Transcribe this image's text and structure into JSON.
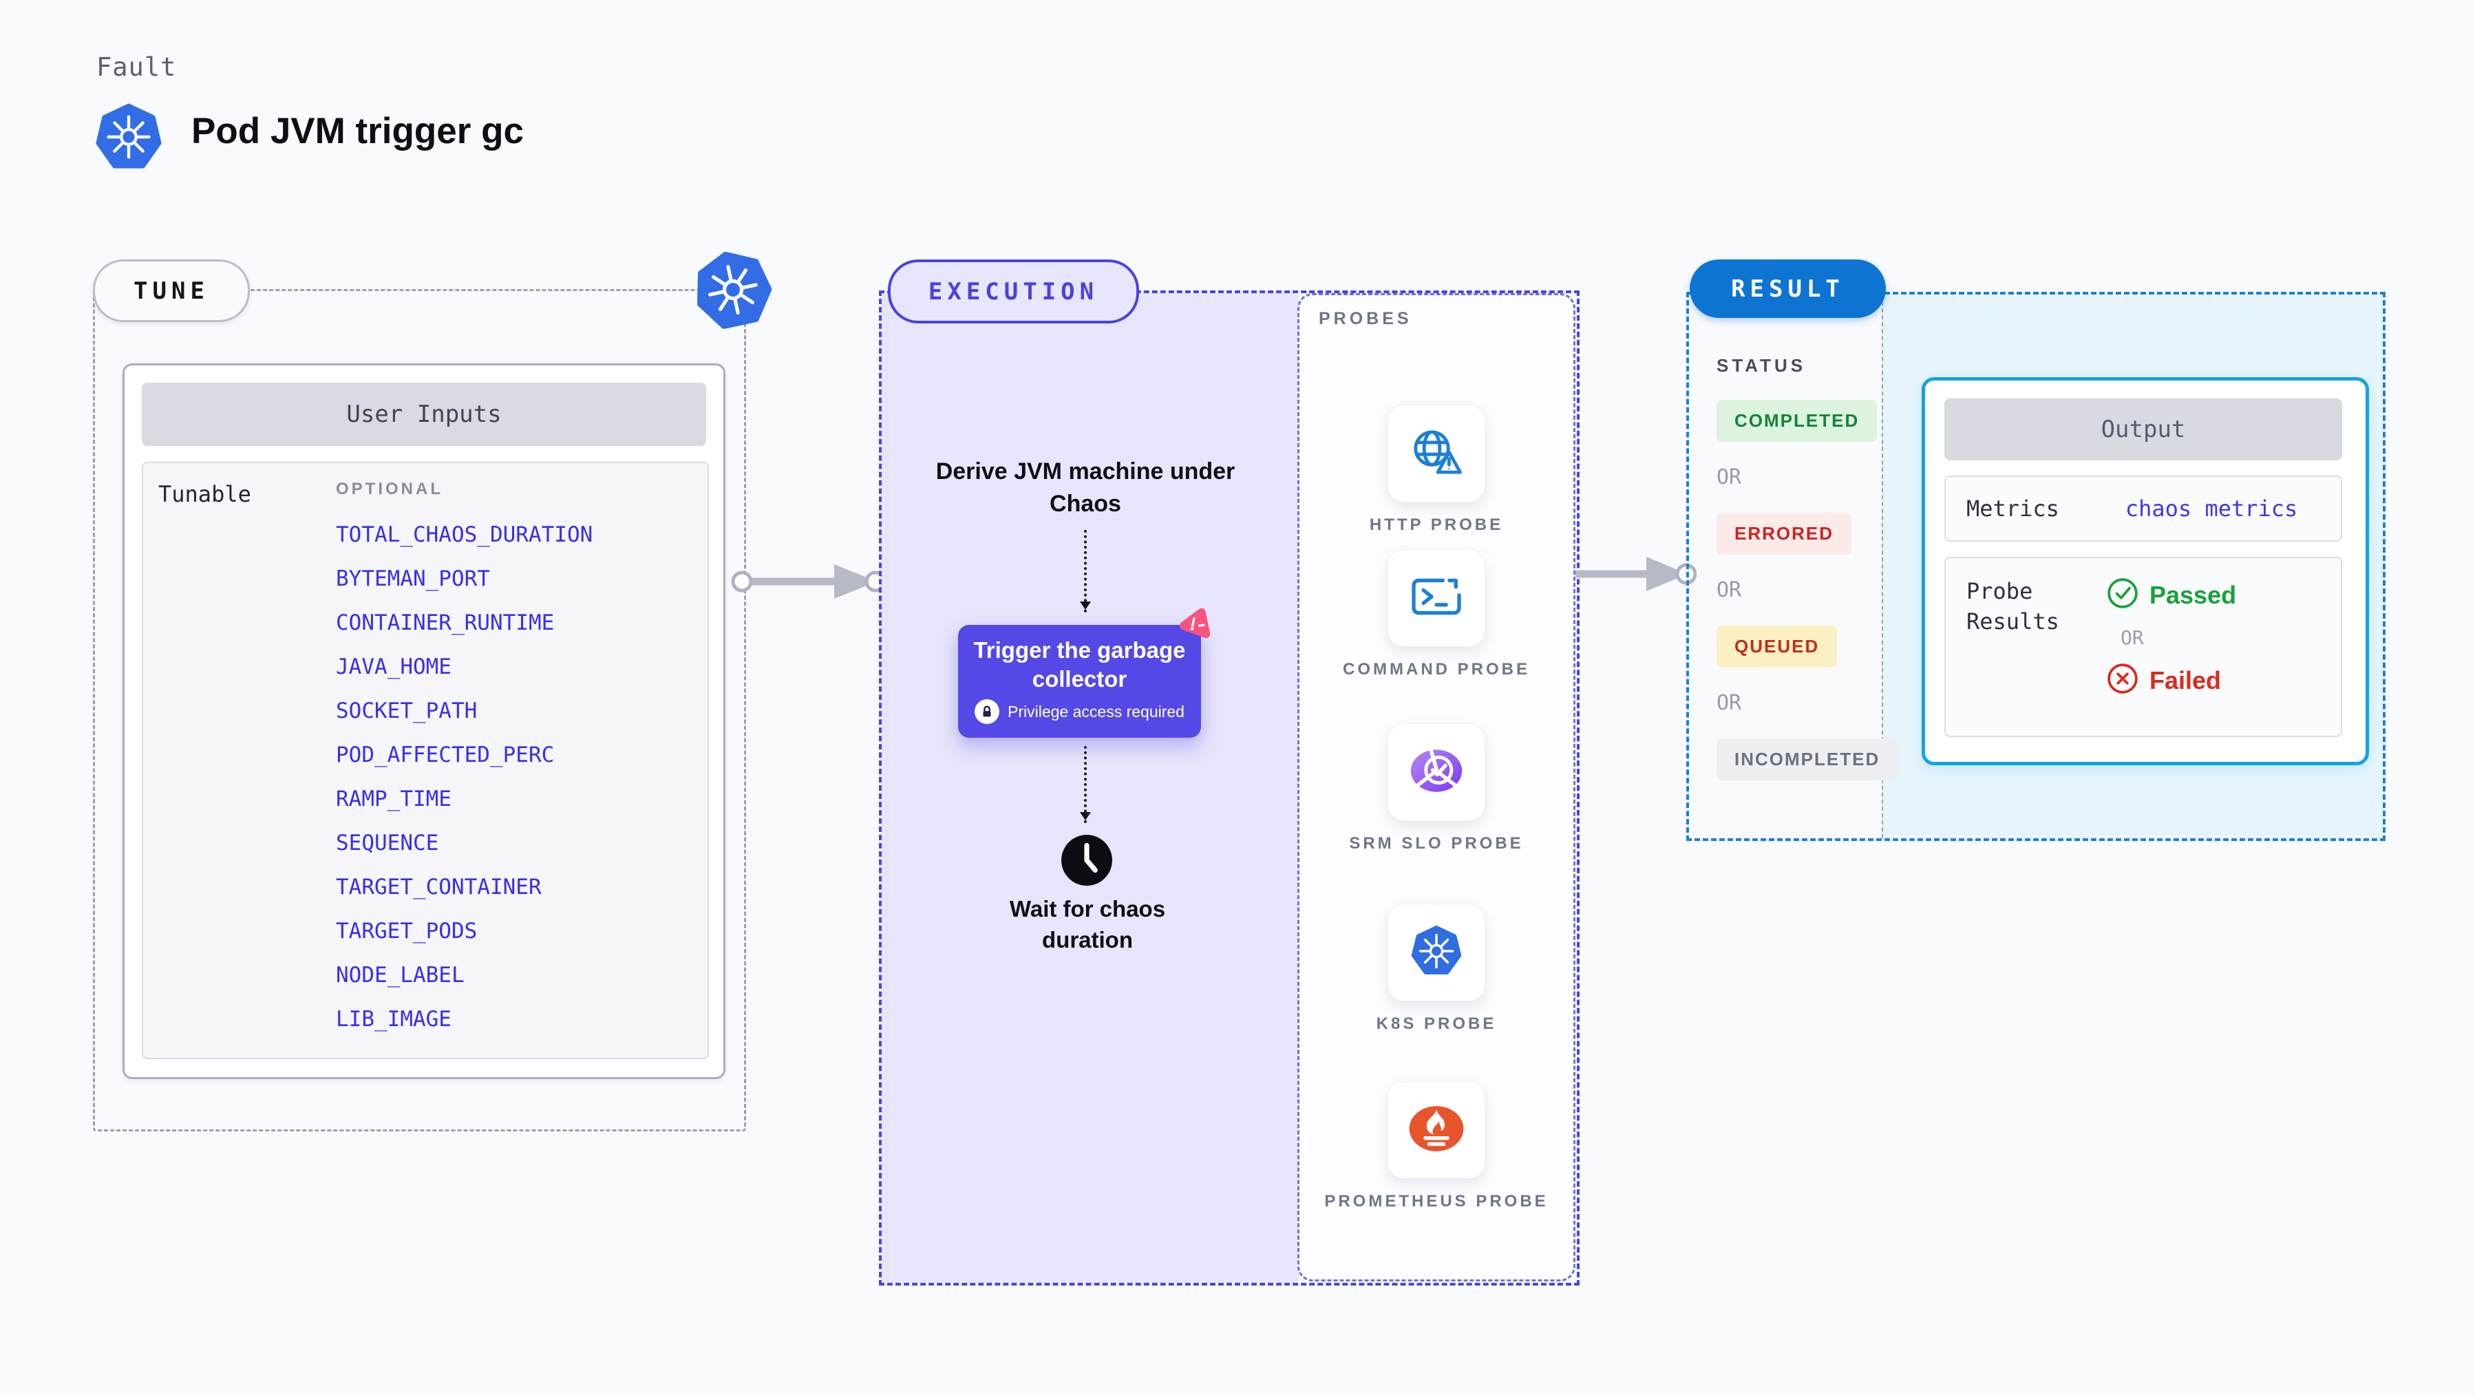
{
  "header": {
    "eyebrow": "Fault",
    "title": "Pod JVM trigger gc"
  },
  "tune": {
    "pill": "TUNE",
    "card_title": "User Inputs",
    "row_label": "Tunable",
    "column_label": "OPTIONAL",
    "inputs": [
      "TOTAL_CHAOS_DURATION",
      "BYTEMAN_PORT",
      "CONTAINER_RUNTIME",
      "JAVA_HOME",
      "SOCKET_PATH",
      "POD_AFFECTED_PERC",
      "RAMP_TIME",
      "SEQUENCE",
      "TARGET_CONTAINER",
      "TARGET_PODS",
      "NODE_LABEL",
      "LIB_IMAGE"
    ]
  },
  "execution": {
    "pill": "EXECUTION",
    "derive_step": "Derive JVM machine under Chaos",
    "action": {
      "title": "Trigger the garbage collector",
      "badge": "Privilege access required"
    },
    "wait_step": "Wait for chaos duration"
  },
  "probes": {
    "title": "PROBES",
    "items": [
      {
        "icon": "http-probe-icon",
        "label": "HTTP PROBE"
      },
      {
        "icon": "command-probe-icon",
        "label": "COMMAND PROBE"
      },
      {
        "icon": "srm-slo-probe-icon",
        "label": "SRM SLO PROBE"
      },
      {
        "icon": "k8s-probe-icon",
        "label": "K8S PROBE"
      },
      {
        "icon": "prometheus-probe-icon",
        "label": "PROMETHEUS PROBE"
      }
    ]
  },
  "result": {
    "pill": "RESULT",
    "status_title": "STATUS",
    "or_label": "OR",
    "statuses": [
      {
        "label": "COMPLETED",
        "tone": "success"
      },
      {
        "label": "ERRORED",
        "tone": "error"
      },
      {
        "label": "QUEUED",
        "tone": "warning"
      },
      {
        "label": "INCOMPLETED",
        "tone": "neutral"
      }
    ],
    "output": {
      "title": "Output",
      "metrics_label": "Metrics",
      "metrics_value": "chaos metrics",
      "probe_results_label": "Probe Results",
      "passed_label": "Passed",
      "or_label": "OR",
      "failed_label": "Failed"
    }
  },
  "colors": {
    "accent_indigo": "#4c43df",
    "accent_purple_box": "#5449e6",
    "accent_blue": "#0e74d2",
    "accent_cyan": "#13a3e3",
    "accent_pink": "#f8537f",
    "link_blue": "#3a2fe4",
    "success_green": "#17a23a",
    "fail_red": "#da2a1e",
    "k8s_blue": "#326de6",
    "prometheus_orange": "#e8542c",
    "srm_purple": "#7c3aed"
  }
}
